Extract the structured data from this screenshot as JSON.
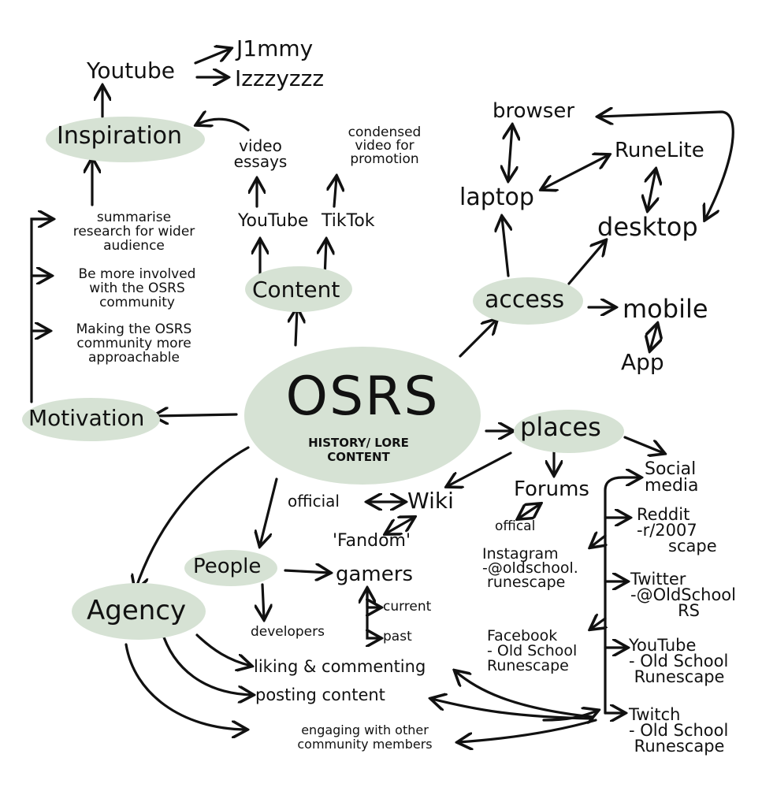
{
  "title": "OSRS",
  "center": {
    "label": "OSRS",
    "subtitle": "HISTORY/ LORE\nCONTENT"
  },
  "colors": {
    "node_fill": "#d6e2d4",
    "ink": "#111111",
    "background": "#ffffff"
  },
  "nodes": {
    "inspiration": "Inspiration",
    "youtube_top": "Youtube",
    "j1mmy": "J1mmy",
    "izzzyzzz": "Izzzyzzz",
    "video_essays": "video\nessays",
    "condensed": "condensed\nvideo for\npromotion",
    "content": "Content",
    "content_youtube": "YouTube",
    "content_tiktok": "TikTok",
    "motivation": "Motivation",
    "motivation_items": [
      "summarise\nresearch for wider\naudience",
      "Be more involved\nwith the OSRS\ncommunity",
      "Making the OSRS\ncommunity more\napproachable"
    ],
    "access": "access",
    "laptop": "laptop",
    "browser": "browser",
    "runelite": "RuneLite",
    "desktop": "desktop",
    "mobile": "mobile",
    "app": "App",
    "places": "places",
    "wiki": "Wiki",
    "official": "official",
    "fandom": "'Fandom'",
    "forums": "Forums",
    "forums_official": "offical",
    "social_media": "Social\nmedia",
    "reddit": "Reddit\n-r/2007\n      scape",
    "instagram": "Instagram\n-@oldschool.\n runescape",
    "twitter": "Twitter\n-@OldSchool\n         RS",
    "facebook": "Facebook\n- Old School\nRunescape",
    "youtube_sm": "YouTube\n- Old School\n Runescape",
    "twitch": "Twitch\n- Old School\n Runescape",
    "people": "People",
    "gamers": "gamers",
    "current": "current",
    "past": "past",
    "developers": "developers",
    "agency": "Agency",
    "liking": "liking & commenting",
    "posting": "posting content",
    "engaging": "engaging with other\ncommunity members"
  }
}
